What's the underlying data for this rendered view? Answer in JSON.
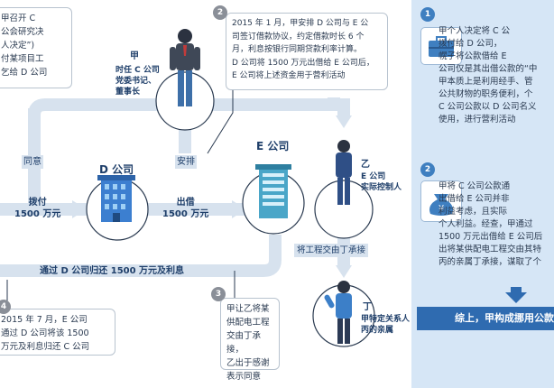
{
  "box_top_left": {
    "text": "甲召开 C\n公会研究决\n人决定”)\n付某项目工\n乞给 D 公司"
  },
  "box_2": {
    "num": "2",
    "text": "2015 年 1 月，甲安排 D 公司与 E 公\n司签订借款协议，约定借款时长 6 个\n月，利息按银行同期贷款利率计算。\nD 公司将 1500 万元出借给 E 公司后，\nE 公司将上述资金用于营利活动"
  },
  "box_3": {
    "num": "3",
    "text": "甲让乙将某\n供配电工程\n交由丁承接，\n乙出于感谢\n表示同意"
  },
  "box_4": {
    "num": "4",
    "text": "2015 年 7 月，E 公司\n通过 D 公司将该 1500\n万元及利息归还 C 公司"
  },
  "person_jia": {
    "name": "甲",
    "desc": "时任 C 公司\n党委书记、\n董事长"
  },
  "person_yi": {
    "name": "乙",
    "desc": "E 公司\n实际控制人"
  },
  "person_ding": {
    "name": "丁",
    "desc": "甲特定关系人\n丙的亲属"
  },
  "company_d": {
    "name": "D 公司"
  },
  "company_e": {
    "name": "E 公司"
  },
  "flows": {
    "agree": "同意",
    "arrange": "安排",
    "pay": "拨付\n1500 万元",
    "lend": "出借\n1500 万元",
    "assign": "将工程交由丁承接",
    "return": "通过 D 公司归还 1500 万元及利息"
  },
  "right": {
    "item1_num": "1",
    "item1_text": "甲个人决定将 C 公\n拨付给 D 公司，\n幌子将公款借给 E\n公司仅是其出借公款的“中\n甲本质上是利用经手、管\n公共财物的职务便利，个\nC 公司公款以 D 公司名义\n使用，进行营利活动",
    "item2_num": "2",
    "item2_text": "甲将 C 公司公款通\n出借给 E 公司并非\n利益考虑，且实际\n个人利益。经查，甲通过\n1500 万元出借给 E 公司后\n出将某供配电工程交由其特\n丙的亲属丁承接，谋取了个",
    "conclusion": "综上，甲构成挪用公款"
  },
  "colors": {
    "flow": "#d7e2ee",
    "accent": "#2f6bb0",
    "panel": "#d6e6f6"
  }
}
